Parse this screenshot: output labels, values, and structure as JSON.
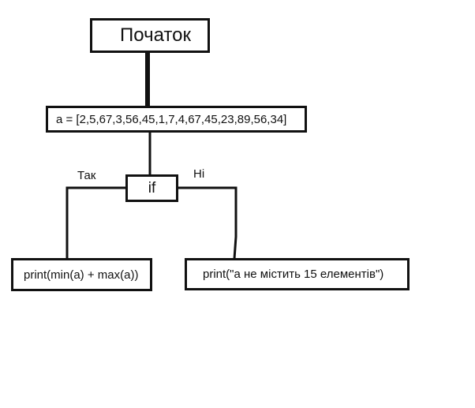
{
  "start": "Початок",
  "assign": "a = [2,5,67,3,56,45,1,7,4,67,45,23,89,56,34]",
  "condition": "if",
  "yes_label": "Так",
  "no_label": "Ні",
  "yes_action": "print(min(a) + max(a))",
  "no_action": "print(\"a не містить 15 елементів\")"
}
